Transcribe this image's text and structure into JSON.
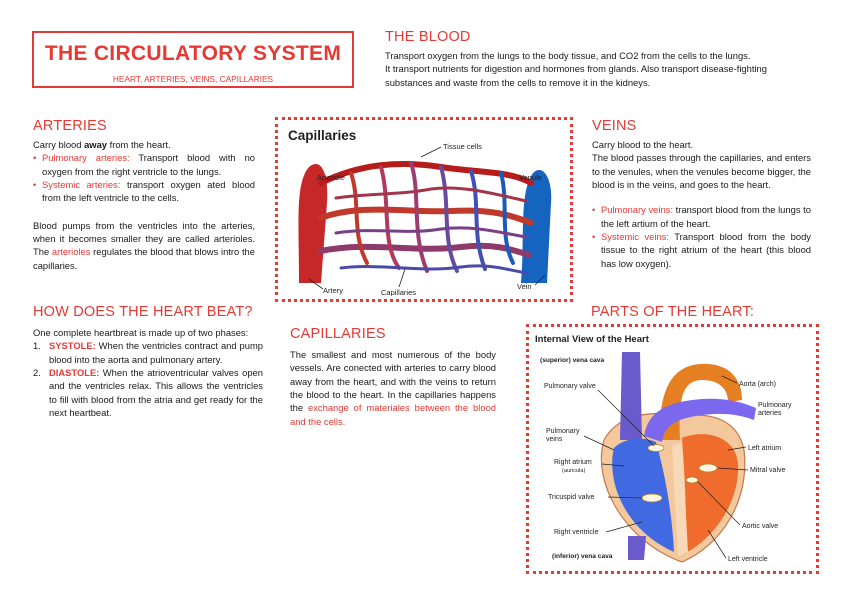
{
  "title": {
    "main": "THE CIRCULATORY SYSTEM",
    "sub": "HEART, ARTERIES, VEINS, CAPILLARIES"
  },
  "blood": {
    "heading": "THE BLOOD",
    "line1": "Transport oxygen from the lungs to the body tissue, and CO2 from the cells to the lungs.",
    "line2": "It transport nutrients for digestion and hormones from glands. Also transport disease-fighting substances and waste from the cells to remove it in the kidneys."
  },
  "arteries": {
    "heading": "ARTERIES",
    "intro_pre": "Carry blood ",
    "intro_bold": "away",
    "intro_post": " from the heart.",
    "b1_label": "Pulmonary arteries:",
    "b1_text": " Transport blood with no oxygen from the right ventricle to the lungs.",
    "b2_label": "Systemic arteries:",
    "b2_text": " transport oxygen ated blood from the left ventricle to the cells.",
    "para_pre": "Blood pumps from the ventricles into the arteries, when it becomes smaller they are called arterioles. The ",
    "para_red": "arterioles",
    "para_post": " regulates the blood that blows intro the capillaries."
  },
  "capillaries_image": {
    "title": "Capillaries",
    "labels": {
      "tissue_cells": "Tissue cells",
      "arteriole": "Arteriole",
      "venule": "Venule",
      "artery": "Artery",
      "capillaries": "Capillaries",
      "vein": "Vein"
    }
  },
  "veins": {
    "heading": "VEINS",
    "intro": "Carry blood to the heart.",
    "para": "The blood passes through the capillaries, and enters to the venules, when the venules become bigger, the blood is in the veins, and goes to the heart.",
    "b1_label": "Pulmonary veins:",
    "b1_text": " transport blood from the lungs to the left artium of the heart.",
    "b2_label": "Systemic veins:",
    "b2_text": " Transport blood from the body tissue to the right atrium of the heart (this blood has low oxygen)."
  },
  "heartbeat": {
    "heading": "HOW DOES THE HEART BEAT?",
    "intro": "One complete heartbreat is made up of two phases:",
    "s1_num": "1.",
    "s1_label": "SYSTOLE:",
    "s1_text": " When the ventricles contract and pump blood into the aorta and pulmonary artery.",
    "s2_num": "2.",
    "s2_label": "DIASTOLE:",
    "s2_text": " When the atrioventricular valves open and the ventricles relax. This allows the ventricles to fill with blood from the atria and get ready for the next heartbeat."
  },
  "capillaries": {
    "heading": "CAPILLARIES",
    "para_pre": "The smallest and most numerous of the body vessels. Are conected with arteries to carry blood away from the heart, and with the veins to return the blood to the heart. In the capillaries happens the ",
    "para_red": "exchange of materiales between the blood and the cells."
  },
  "heart_parts": {
    "heading": "PARTS OF THE HEART:",
    "image_title": "Internal View of the Heart",
    "labels": {
      "superior_vena_cava": "(superior) vena cava",
      "pulmonary_valve": "Pulmonary valve",
      "aorta": "Aorta (arch)",
      "pulmonary_arteries_1": "Pulmonary",
      "pulmonary_arteries_2": "arteries",
      "pulmonary_veins_1": "Pulmonary",
      "pulmonary_veins_2": "veins",
      "left_atrium": "Left atrium",
      "right_atrium": "Right atrium",
      "auricula": "(auricula)",
      "mitral_valve": "Mitral valve",
      "tricuspid_valve": "Tricuspid valve",
      "aortic_valve": "Aortic valve",
      "right_ventricle": "Right ventricle",
      "left_ventricle": "Left ventricle",
      "inferior_vena_cava": "(inferior) vena cava"
    }
  },
  "colors": {
    "accent": "#e53935",
    "artery_red": "#c62828",
    "vein_blue": "#1565c0",
    "oxygen_poor": "#5c6bc0",
    "heart_orange": "#e67e22"
  }
}
